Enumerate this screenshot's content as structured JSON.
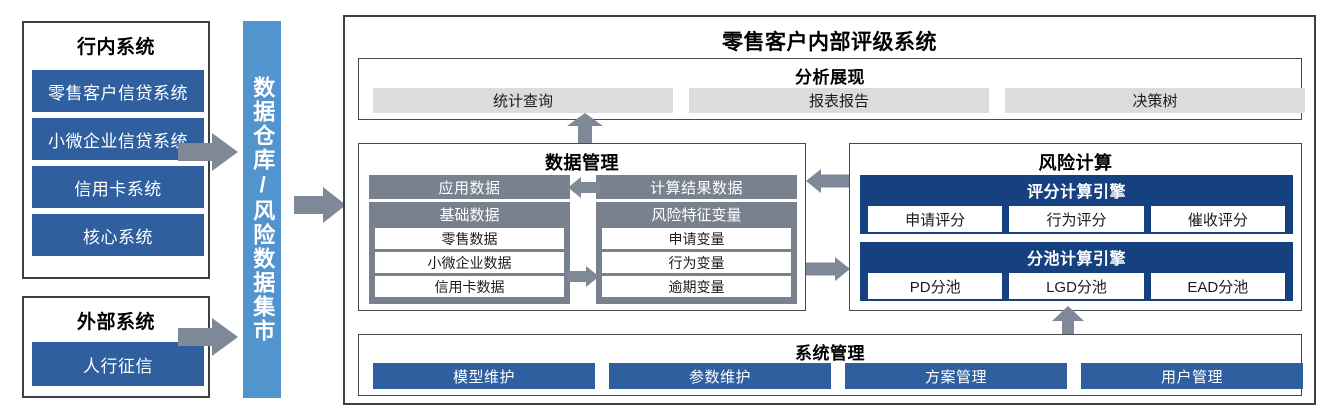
{
  "left_column": {
    "internal": {
      "title": "行内系统",
      "items": [
        "零售客户信贷系统",
        "小微企业信贷系统",
        "信用卡系统",
        "核心系统"
      ]
    },
    "external": {
      "title": "外部系统",
      "items": [
        "人行征信"
      ]
    }
  },
  "warehouse": {
    "label": "数据仓库/风险数据集市"
  },
  "main": {
    "title": "零售客户内部评级系统",
    "analysis": {
      "title": "分析展现",
      "buttons": [
        "统计查询",
        "报表报告",
        "决策树"
      ]
    },
    "data_management": {
      "title": "数据管理",
      "left": {
        "top_bar": "应用数据",
        "panel_title": "基础数据",
        "cells": [
          "零售数据",
          "小微企业数据",
          "信用卡数据"
        ]
      },
      "right": {
        "top_bar": "计算结果数据",
        "panel_title": "风险特征变量",
        "cells": [
          "申请变量",
          "行为变量",
          "逾期变量"
        ]
      }
    },
    "risk_calculation": {
      "title": "风险计算",
      "engines": [
        {
          "title": "评分计算引擎",
          "cells": [
            "申请评分",
            "行为评分",
            "催收评分"
          ]
        },
        {
          "title": "分池计算引擎",
          "cells": [
            "PD分池",
            "LGD分池",
            "EAD分池"
          ]
        }
      ]
    },
    "system_management": {
      "title": "系统管理",
      "buttons": [
        "模型维护",
        "参数维护",
        "方案管理",
        "用户管理"
      ]
    }
  },
  "colors": {
    "chip_blue": "#2f5f9e",
    "navy": "#154180",
    "warehouse_blue": "#5294ce",
    "slate_grey": "#78818d",
    "light_grey": "#dcdcdc",
    "arrow_grey": "#7f8897",
    "outline": "#3f3f3f"
  },
  "icons": {
    "arrow_in_internal": "arrow-right-icon",
    "arrow_in_external": "arrow-right-icon",
    "arrow_warehouse_out": "arrow-right-icon",
    "arrow_analysis_link": "arrow-up-down-icon",
    "arrow_result_to_app": "arrow-left-icon",
    "arrow_base_to_feature": "arrow-right-icon",
    "arrow_risk_to_result": "arrow-left-icon",
    "arrow_feature_to_risk": "arrow-right-icon",
    "arrow_sysmgmt_to_risk": "arrow-up-icon"
  }
}
